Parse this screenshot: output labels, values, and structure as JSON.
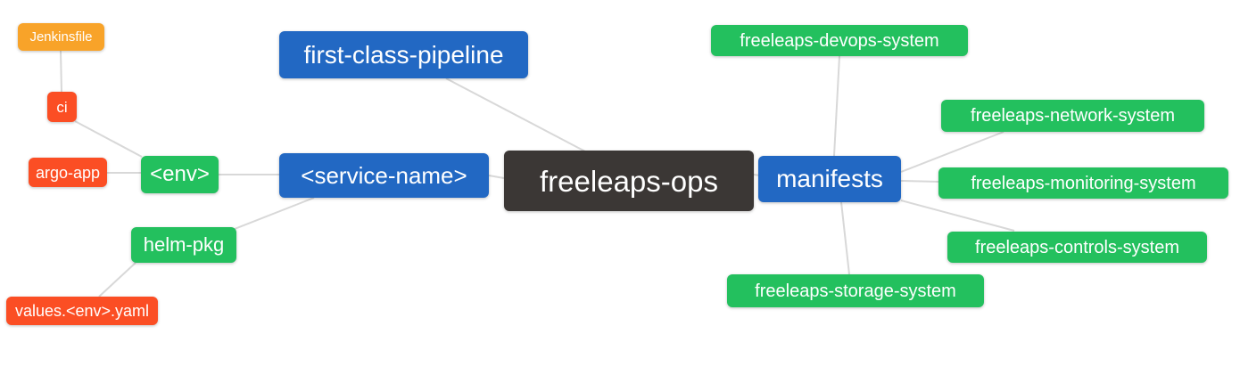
{
  "diagram": {
    "kind": "mind-map",
    "background": "#ffffff",
    "edge_color": "#d8d8d8"
  },
  "palette": {
    "root": "#3b3735",
    "branch_blue": "#2268c3",
    "leaf_green": "#23c05e",
    "leaf_red": "#fb4e24",
    "leaf_orange": "#f8a329"
  },
  "nodes": {
    "root": {
      "label": "freeleaps-ops",
      "color": "#3b3735"
    },
    "pipeline": {
      "label": "first-class-pipeline",
      "color": "#2268c3"
    },
    "service": {
      "label": "<service-name>",
      "color": "#2268c3"
    },
    "manifests": {
      "label": "manifests",
      "color": "#2268c3"
    },
    "env": {
      "label": "<env>",
      "color": "#23c05e"
    },
    "helm": {
      "label": "helm-pkg",
      "color": "#23c05e"
    },
    "ci": {
      "label": "ci",
      "color": "#fb4e24"
    },
    "argo": {
      "label": "argo-app",
      "color": "#fb4e24"
    },
    "values": {
      "label": "values.<env>.yaml",
      "color": "#fb4e24"
    },
    "jenkinsfile": {
      "label": "Jenkinsfile",
      "color": "#f8a329"
    },
    "devops": {
      "label": "freeleaps-devops-system",
      "color": "#23c05e"
    },
    "network": {
      "label": "freeleaps-network-system",
      "color": "#23c05e"
    },
    "monitoring": {
      "label": "freeleaps-monitoring-system",
      "color": "#23c05e"
    },
    "controls": {
      "label": "freeleaps-controls-system",
      "color": "#23c05e"
    },
    "storage": {
      "label": "freeleaps-storage-system",
      "color": "#23c05e"
    }
  },
  "edges": [
    [
      "jenkinsfile",
      "ci"
    ],
    [
      "ci",
      "env"
    ],
    [
      "argo",
      "env"
    ],
    [
      "env",
      "service"
    ],
    [
      "helm",
      "service"
    ],
    [
      "values",
      "helm"
    ],
    [
      "pipeline",
      "root"
    ],
    [
      "service",
      "root"
    ],
    [
      "root",
      "manifests"
    ],
    [
      "manifests",
      "devops"
    ],
    [
      "manifests",
      "network"
    ],
    [
      "manifests",
      "monitoring"
    ],
    [
      "manifests",
      "controls"
    ],
    [
      "manifests",
      "storage"
    ]
  ]
}
